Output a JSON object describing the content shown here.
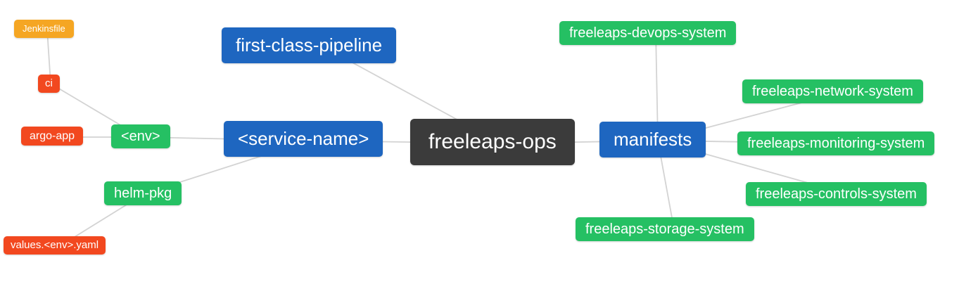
{
  "colors": {
    "root_node": "#3b3b3b",
    "branch_blue": "#1e66c0",
    "leaf_green": "#25c063",
    "leaf_red": "#f2481f",
    "leaf_orange": "#f5a623",
    "edge": "#d3d3d3",
    "node_text": "#ffffff",
    "background": "#ffffff"
  },
  "nodes": {
    "root": "freeleaps-ops",
    "first_class_pipeline": "first-class-pipeline",
    "service_name": "<service-name>",
    "env": "<env>",
    "jenkinsfile": "Jenkinsfile",
    "ci": "ci",
    "argo_app": "argo-app",
    "helm_pkg": "helm-pkg",
    "values_env_yaml": "values.<env>.yaml",
    "manifests": "manifests",
    "devops_system": "freeleaps-devops-system",
    "network_system": "freeleaps-network-system",
    "monitoring_system": "freeleaps-monitoring-system",
    "controls_system": "freeleaps-controls-system",
    "storage_system": "freeleaps-storage-system"
  },
  "edges": [
    {
      "from": "Jenkinsfile",
      "to": "ci"
    },
    {
      "from": "ci",
      "to": "<env>"
    },
    {
      "from": "argo-app",
      "to": "<env>"
    },
    {
      "from": "<env>",
      "to": "<service-name>"
    },
    {
      "from": "helm-pkg",
      "to": "<service-name>"
    },
    {
      "from": "values.<env>.yaml",
      "to": "helm-pkg"
    },
    {
      "from": "<service-name>",
      "to": "freeleaps-ops"
    },
    {
      "from": "first-class-pipeline",
      "to": "freeleaps-ops"
    },
    {
      "from": "freeleaps-ops",
      "to": "manifests"
    },
    {
      "from": "manifests",
      "to": "freeleaps-devops-system"
    },
    {
      "from": "manifests",
      "to": "freeleaps-network-system"
    },
    {
      "from": "manifests",
      "to": "freeleaps-monitoring-system"
    },
    {
      "from": "manifests",
      "to": "freeleaps-controls-system"
    },
    {
      "from": "manifests",
      "to": "freeleaps-storage-system"
    }
  ]
}
